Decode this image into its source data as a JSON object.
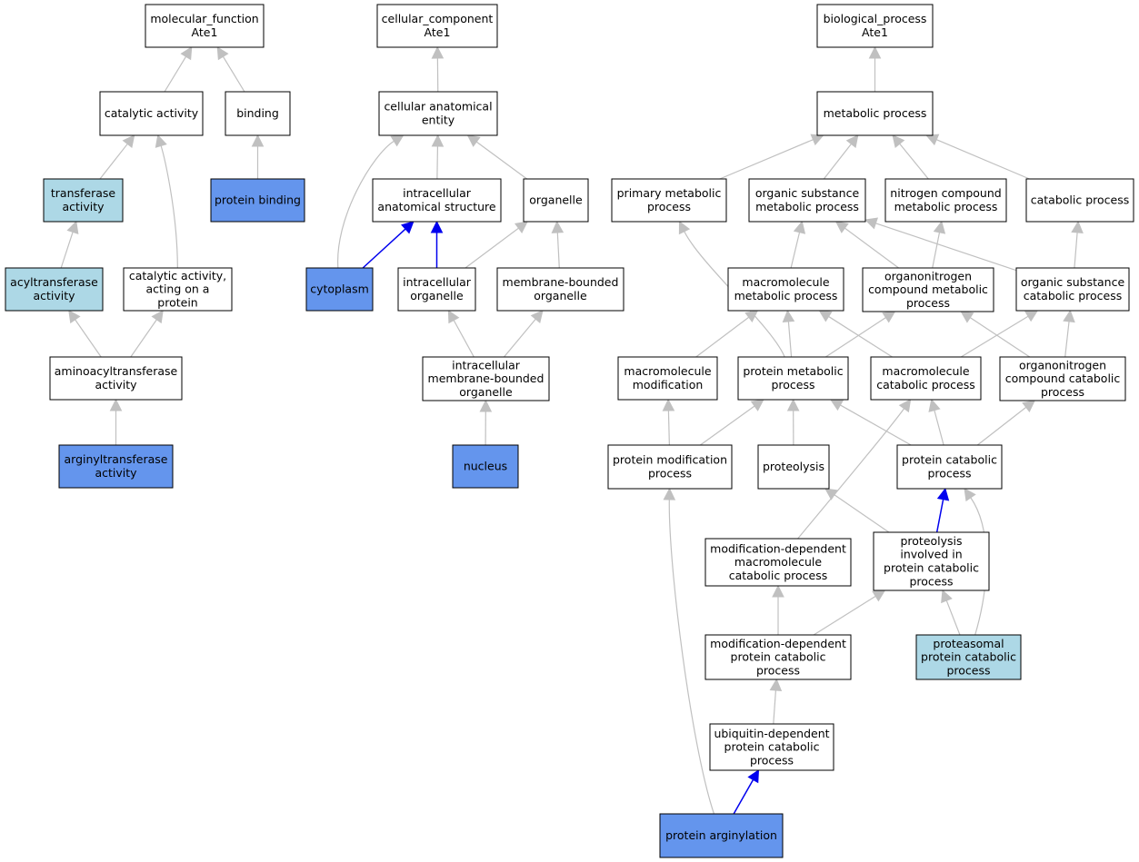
{
  "colors": {
    "default_fill": "#ffffff",
    "light_fill": "#add8e6",
    "highlight_fill": "#6495ed",
    "gray_edge": "#c0c0c0",
    "blue_edge": "#0000ee"
  },
  "nodes": {
    "mf_root": {
      "lines": [
        "molecular_function",
        "Ate1"
      ],
      "fill": "default"
    },
    "catalytic_activity": {
      "lines": [
        "catalytic activity"
      ],
      "fill": "default"
    },
    "binding": {
      "lines": [
        "binding"
      ],
      "fill": "default"
    },
    "transferase_activity": {
      "lines": [
        "transferase",
        "activity"
      ],
      "fill": "light"
    },
    "protein_binding": {
      "lines": [
        "protein binding"
      ],
      "fill": "highlight"
    },
    "acyltransferase_activity": {
      "lines": [
        "acyltransferase",
        "activity"
      ],
      "fill": "light"
    },
    "catalytic_activity_protein": {
      "lines": [
        "catalytic activity,",
        "acting on a",
        "protein"
      ],
      "fill": "default"
    },
    "aminoacyltransferase_activity": {
      "lines": [
        "aminoacyltransferase",
        "activity"
      ],
      "fill": "default"
    },
    "arginyltransferase_activity": {
      "lines": [
        "arginyltransferase",
        "activity"
      ],
      "fill": "highlight"
    },
    "cc_root": {
      "lines": [
        "cellular_component",
        "Ate1"
      ],
      "fill": "default"
    },
    "cellular_anatomical_entity": {
      "lines": [
        "cellular anatomical",
        "entity"
      ],
      "fill": "default"
    },
    "intracellular_anatomical_structure": {
      "lines": [
        "intracellular",
        "anatomical structure"
      ],
      "fill": "default"
    },
    "organelle": {
      "lines": [
        "organelle"
      ],
      "fill": "default"
    },
    "cytoplasm": {
      "lines": [
        "cytoplasm"
      ],
      "fill": "highlight"
    },
    "intracellular_organelle": {
      "lines": [
        "intracellular",
        "organelle"
      ],
      "fill": "default"
    },
    "membrane_bounded_organelle": {
      "lines": [
        "membrane-bounded",
        "organelle"
      ],
      "fill": "default"
    },
    "intracellular_membrane_bounded_organelle": {
      "lines": [
        "intracellular",
        "membrane-bounded",
        "organelle"
      ],
      "fill": "default"
    },
    "nucleus": {
      "lines": [
        "nucleus"
      ],
      "fill": "highlight"
    },
    "bp_root": {
      "lines": [
        "biological_process",
        "Ate1"
      ],
      "fill": "default"
    },
    "metabolic_process": {
      "lines": [
        "metabolic process"
      ],
      "fill": "default"
    },
    "primary_metabolic_process": {
      "lines": [
        "primary metabolic",
        "process"
      ],
      "fill": "default"
    },
    "organic_substance_metabolic_process": {
      "lines": [
        "organic substance",
        "metabolic process"
      ],
      "fill": "default"
    },
    "nitrogen_compound_metabolic_process": {
      "lines": [
        "nitrogen compound",
        "metabolic process"
      ],
      "fill": "default"
    },
    "catabolic_process": {
      "lines": [
        "catabolic process"
      ],
      "fill": "default"
    },
    "macromolecule_metabolic_process": {
      "lines": [
        "macromolecule",
        "metabolic process"
      ],
      "fill": "default"
    },
    "organonitrogen_compound_metabolic_process": {
      "lines": [
        "organonitrogen",
        "compound metabolic",
        "process"
      ],
      "fill": "default"
    },
    "organic_substance_catabolic_process": {
      "lines": [
        "organic substance",
        "catabolic process"
      ],
      "fill": "default"
    },
    "macromolecule_modification": {
      "lines": [
        "macromolecule",
        "modification"
      ],
      "fill": "default"
    },
    "protein_metabolic_process": {
      "lines": [
        "protein metabolic",
        "process"
      ],
      "fill": "default"
    },
    "macromolecule_catabolic_process": {
      "lines": [
        "macromolecule",
        "catabolic process"
      ],
      "fill": "default"
    },
    "organonitrogen_compound_catabolic_process": {
      "lines": [
        "organonitrogen",
        "compound catabolic",
        "process"
      ],
      "fill": "default"
    },
    "protein_modification_process": {
      "lines": [
        "protein modification",
        "process"
      ],
      "fill": "default"
    },
    "proteolysis": {
      "lines": [
        "proteolysis"
      ],
      "fill": "default"
    },
    "protein_catabolic_process": {
      "lines": [
        "protein catabolic",
        "process"
      ],
      "fill": "default"
    },
    "modification_dependent_macromolecule_catabolic_process": {
      "lines": [
        "modification-dependent",
        "macromolecule",
        "catabolic process"
      ],
      "fill": "default"
    },
    "proteolysis_involved_in_protein_catabolic_process": {
      "lines": [
        "proteolysis",
        "involved in",
        "protein catabolic",
        "process"
      ],
      "fill": "default"
    },
    "modification_dependent_protein_catabolic_process": {
      "lines": [
        "modification-dependent",
        "protein catabolic",
        "process"
      ],
      "fill": "default"
    },
    "proteasomal_protein_catabolic_process": {
      "lines": [
        "proteasomal",
        "protein catabolic",
        "process"
      ],
      "fill": "light"
    },
    "ubiquitin_dependent_protein_catabolic_process": {
      "lines": [
        "ubiquitin-dependent",
        "protein catabolic",
        "process"
      ],
      "fill": "default"
    },
    "protein_arginylation": {
      "lines": [
        "protein arginylation"
      ],
      "fill": "highlight"
    }
  },
  "edges": [
    {
      "from": "catalytic_activity",
      "to": "mf_root",
      "color": "gray"
    },
    {
      "from": "binding",
      "to": "mf_root",
      "color": "gray"
    },
    {
      "from": "transferase_activity",
      "to": "catalytic_activity",
      "color": "gray"
    },
    {
      "from": "catalytic_activity_protein",
      "to": "catalytic_activity",
      "color": "gray"
    },
    {
      "from": "protein_binding",
      "to": "binding",
      "color": "gray"
    },
    {
      "from": "acyltransferase_activity",
      "to": "transferase_activity",
      "color": "gray"
    },
    {
      "from": "aminoacyltransferase_activity",
      "to": "acyltransferase_activity",
      "color": "gray"
    },
    {
      "from": "aminoacyltransferase_activity",
      "to": "catalytic_activity_protein",
      "color": "gray"
    },
    {
      "from": "arginyltransferase_activity",
      "to": "aminoacyltransferase_activity",
      "color": "gray"
    },
    {
      "from": "cellular_anatomical_entity",
      "to": "cc_root",
      "color": "gray"
    },
    {
      "from": "intracellular_anatomical_structure",
      "to": "cellular_anatomical_entity",
      "color": "gray"
    },
    {
      "from": "organelle",
      "to": "cellular_anatomical_entity",
      "color": "gray"
    },
    {
      "from": "cytoplasm",
      "to": "cellular_anatomical_entity",
      "color": "gray"
    },
    {
      "from": "cytoplasm",
      "to": "intracellular_anatomical_structure",
      "color": "blue"
    },
    {
      "from": "intracellular_organelle",
      "to": "intracellular_anatomical_structure",
      "color": "blue"
    },
    {
      "from": "intracellular_organelle",
      "to": "organelle",
      "color": "gray"
    },
    {
      "from": "membrane_bounded_organelle",
      "to": "organelle",
      "color": "gray"
    },
    {
      "from": "intracellular_membrane_bounded_organelle",
      "to": "intracellular_organelle",
      "color": "gray"
    },
    {
      "from": "intracellular_membrane_bounded_organelle",
      "to": "membrane_bounded_organelle",
      "color": "gray"
    },
    {
      "from": "nucleus",
      "to": "intracellular_membrane_bounded_organelle",
      "color": "gray"
    },
    {
      "from": "metabolic_process",
      "to": "bp_root",
      "color": "gray"
    },
    {
      "from": "primary_metabolic_process",
      "to": "metabolic_process",
      "color": "gray"
    },
    {
      "from": "organic_substance_metabolic_process",
      "to": "metabolic_process",
      "color": "gray"
    },
    {
      "from": "nitrogen_compound_metabolic_process",
      "to": "metabolic_process",
      "color": "gray"
    },
    {
      "from": "catabolic_process",
      "to": "metabolic_process",
      "color": "gray"
    },
    {
      "from": "macromolecule_metabolic_process",
      "to": "organic_substance_metabolic_process",
      "color": "gray"
    },
    {
      "from": "organonitrogen_compound_metabolic_process",
      "to": "organic_substance_metabolic_process",
      "color": "gray"
    },
    {
      "from": "organonitrogen_compound_metabolic_process",
      "to": "nitrogen_compound_metabolic_process",
      "color": "gray"
    },
    {
      "from": "organic_substance_catabolic_process",
      "to": "organic_substance_metabolic_process",
      "color": "gray"
    },
    {
      "from": "organic_substance_catabolic_process",
      "to": "catabolic_process",
      "color": "gray"
    },
    {
      "from": "macromolecule_modification",
      "to": "macromolecule_metabolic_process",
      "color": "gray"
    },
    {
      "from": "protein_metabolic_process",
      "to": "primary_metabolic_process",
      "color": "gray"
    },
    {
      "from": "protein_metabolic_process",
      "to": "macromolecule_metabolic_process",
      "color": "gray"
    },
    {
      "from": "protein_metabolic_process",
      "to": "organonitrogen_compound_metabolic_process",
      "color": "gray"
    },
    {
      "from": "macromolecule_catabolic_process",
      "to": "macromolecule_metabolic_process",
      "color": "gray"
    },
    {
      "from": "macromolecule_catabolic_process",
      "to": "organic_substance_catabolic_process",
      "color": "gray"
    },
    {
      "from": "organonitrogen_compound_catabolic_process",
      "to": "organonitrogen_compound_metabolic_process",
      "color": "gray"
    },
    {
      "from": "organonitrogen_compound_catabolic_process",
      "to": "organic_substance_catabolic_process",
      "color": "gray"
    },
    {
      "from": "protein_modification_process",
      "to": "macromolecule_modification",
      "color": "gray"
    },
    {
      "from": "protein_modification_process",
      "to": "protein_metabolic_process",
      "color": "gray"
    },
    {
      "from": "proteolysis",
      "to": "protein_metabolic_process",
      "color": "gray"
    },
    {
      "from": "protein_catabolic_process",
      "to": "protein_metabolic_process",
      "color": "gray"
    },
    {
      "from": "protein_catabolic_process",
      "to": "macromolecule_catabolic_process",
      "color": "gray"
    },
    {
      "from": "protein_catabolic_process",
      "to": "organonitrogen_compound_catabolic_process",
      "color": "gray"
    },
    {
      "from": "modification_dependent_macromolecule_catabolic_process",
      "to": "macromolecule_catabolic_process",
      "color": "gray"
    },
    {
      "from": "proteolysis_involved_in_protein_catabolic_process",
      "to": "proteolysis",
      "color": "gray"
    },
    {
      "from": "proteolysis_involved_in_protein_catabolic_process",
      "to": "protein_catabolic_process",
      "color": "blue"
    },
    {
      "from": "modification_dependent_protein_catabolic_process",
      "to": "modification_dependent_macromolecule_catabolic_process",
      "color": "gray"
    },
    {
      "from": "modification_dependent_protein_catabolic_process",
      "to": "proteolysis_involved_in_protein_catabolic_process",
      "color": "gray"
    },
    {
      "from": "proteasomal_protein_catabolic_process",
      "to": "proteolysis_involved_in_protein_catabolic_process",
      "color": "gray"
    },
    {
      "from": "proteasomal_protein_catabolic_process",
      "to": "protein_catabolic_process",
      "color": "gray"
    },
    {
      "from": "ubiquitin_dependent_protein_catabolic_process",
      "to": "modification_dependent_protein_catabolic_process",
      "color": "gray"
    },
    {
      "from": "protein_arginylation",
      "to": "ubiquitin_dependent_protein_catabolic_process",
      "color": "blue"
    },
    {
      "from": "protein_arginylation",
      "to": "protein_modification_process",
      "color": "gray"
    }
  ]
}
